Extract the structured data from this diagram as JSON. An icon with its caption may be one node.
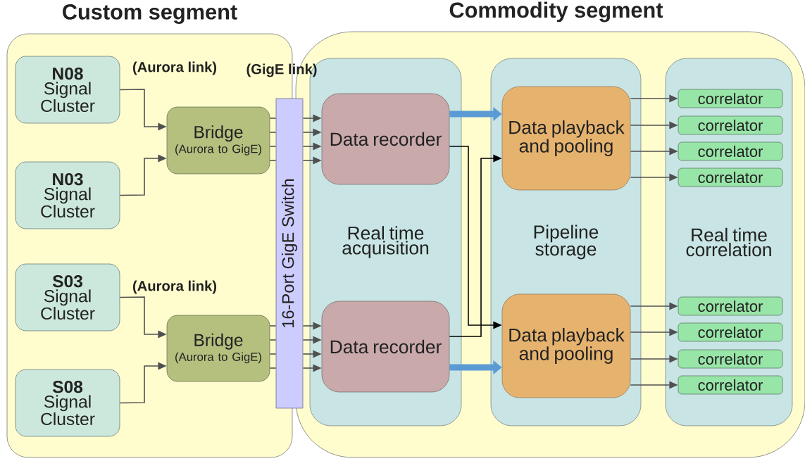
{
  "diagram": {
    "nodes": [
      {
        "text": [
          "Custom segment"
        ]
      },
      {
        "text": [
          "N08",
          "Signal Cluster"
        ],
        "in": 0
      },
      {
        "text": [
          "Bridge",
          "(Aurora to GigE)"
        ],
        "in": 0
      },
      {
        "text": [
          "N03",
          "Signal Cluster"
        ],
        "in": 0
      },
      {
        "text": [
          "S03",
          "Signal Cluster"
        ],
        "in": 0
      },
      {
        "text": [
          "Bridge",
          "(Aurora to GigE)"
        ],
        "in": 0
      },
      {
        "text": [
          "S08",
          "Signal Cluster"
        ],
        "in": 0
      },
      {
        "text": [
          "16-Port GigE Switch"
        ]
      },
      {
        "text": [
          "Commodity segment"
        ]
      },
      {
        "text": [
          "Real time acquisition"
        ],
        "in": 8
      },
      {
        "text": [
          "Data recorder"
        ],
        "in": 9
      },
      {
        "text": [
          "Data recorder"
        ],
        "in": 9
      },
      {
        "text": [
          "Pipeline storage"
        ],
        "in": 8
      },
      {
        "text": [
          "Data playback and pooling"
        ],
        "in": 12
      },
      {
        "text": [
          "Data playback and pooling"
        ],
        "in": 12
      },
      {
        "text": [
          "Real time correlation"
        ],
        "in": 8
      },
      {
        "text": [
          "correlator"
        ],
        "in": 15
      },
      {
        "text": [
          "correlator"
        ],
        "in": 15
      },
      {
        "text": [
          "correlator"
        ],
        "in": 15
      },
      {
        "text": [
          "correlator"
        ],
        "in": 15
      },
      {
        "text": [
          "correlator"
        ],
        "in": 15
      },
      {
        "text": [
          "correlator"
        ],
        "in": 15
      },
      {
        "text": [
          "correlator"
        ],
        "in": 15
      },
      {
        "text": [
          "correlator"
        ],
        "in": 15
      }
    ],
    "edges": [
      {
        "from": 1,
        "to": 2,
        "arrow": "to"
      },
      {
        "from": 3,
        "to": 2,
        "arrow": "to"
      },
      {
        "from": 4,
        "to": 5,
        "arrow": "to"
      },
      {
        "from": 6,
        "to": 5,
        "arrow": "to"
      },
      {
        "from": 2,
        "to": 7,
        "arrow": "none"
      },
      {
        "from": 2,
        "to": 7,
        "arrow": "none"
      },
      {
        "from": 2,
        "to": 7,
        "arrow": "none"
      },
      {
        "from": 2,
        "to": 7,
        "arrow": "none"
      },
      {
        "from": 5,
        "to": 7,
        "arrow": "none"
      },
      {
        "from": 5,
        "to": 7,
        "arrow": "none"
      },
      {
        "from": 5,
        "to": 7,
        "arrow": "none"
      },
      {
        "from": 5,
        "to": 7,
        "arrow": "none"
      },
      {
        "from": 7,
        "to": 10,
        "arrow": "to"
      },
      {
        "from": 7,
        "to": 10,
        "arrow": "to"
      },
      {
        "from": 7,
        "to": 10,
        "arrow": "to"
      },
      {
        "from": 7,
        "to": 10,
        "arrow": "to"
      },
      {
        "from": 7,
        "to": 11,
        "arrow": "to"
      },
      {
        "from": 7,
        "to": 11,
        "arrow": "to"
      },
      {
        "from": 7,
        "to": 11,
        "arrow": "to"
      },
      {
        "from": 7,
        "to": 11,
        "arrow": "to"
      },
      {
        "from": 10,
        "to": 13,
        "arrow": "to",
        "style": "thick",
        "color": "#5b9bd5"
      },
      {
        "from": 10,
        "to": 14,
        "arrow": "to",
        "color": "#000000"
      },
      {
        "from": 11,
        "to": 13,
        "arrow": "to",
        "color": "#000000"
      },
      {
        "from": 11,
        "to": 14,
        "arrow": "to",
        "style": "thick",
        "color": "#5b9bd5"
      },
      {
        "from": 13,
        "to": 16,
        "arrow": "to"
      },
      {
        "from": 13,
        "to": 17,
        "arrow": "to"
      },
      {
        "from": 13,
        "to": 18,
        "arrow": "to"
      },
      {
        "from": 13,
        "to": 19,
        "arrow": "to"
      },
      {
        "from": 14,
        "to": 20,
        "arrow": "to"
      },
      {
        "from": 14,
        "to": 21,
        "arrow": "to"
      },
      {
        "from": 14,
        "to": 22,
        "arrow": "to"
      },
      {
        "from": 14,
        "to": 23,
        "arrow": "to"
      }
    ],
    "labels": [
      "(Aurora link)",
      "(GigE link)",
      "(Aurora link)"
    ]
  }
}
